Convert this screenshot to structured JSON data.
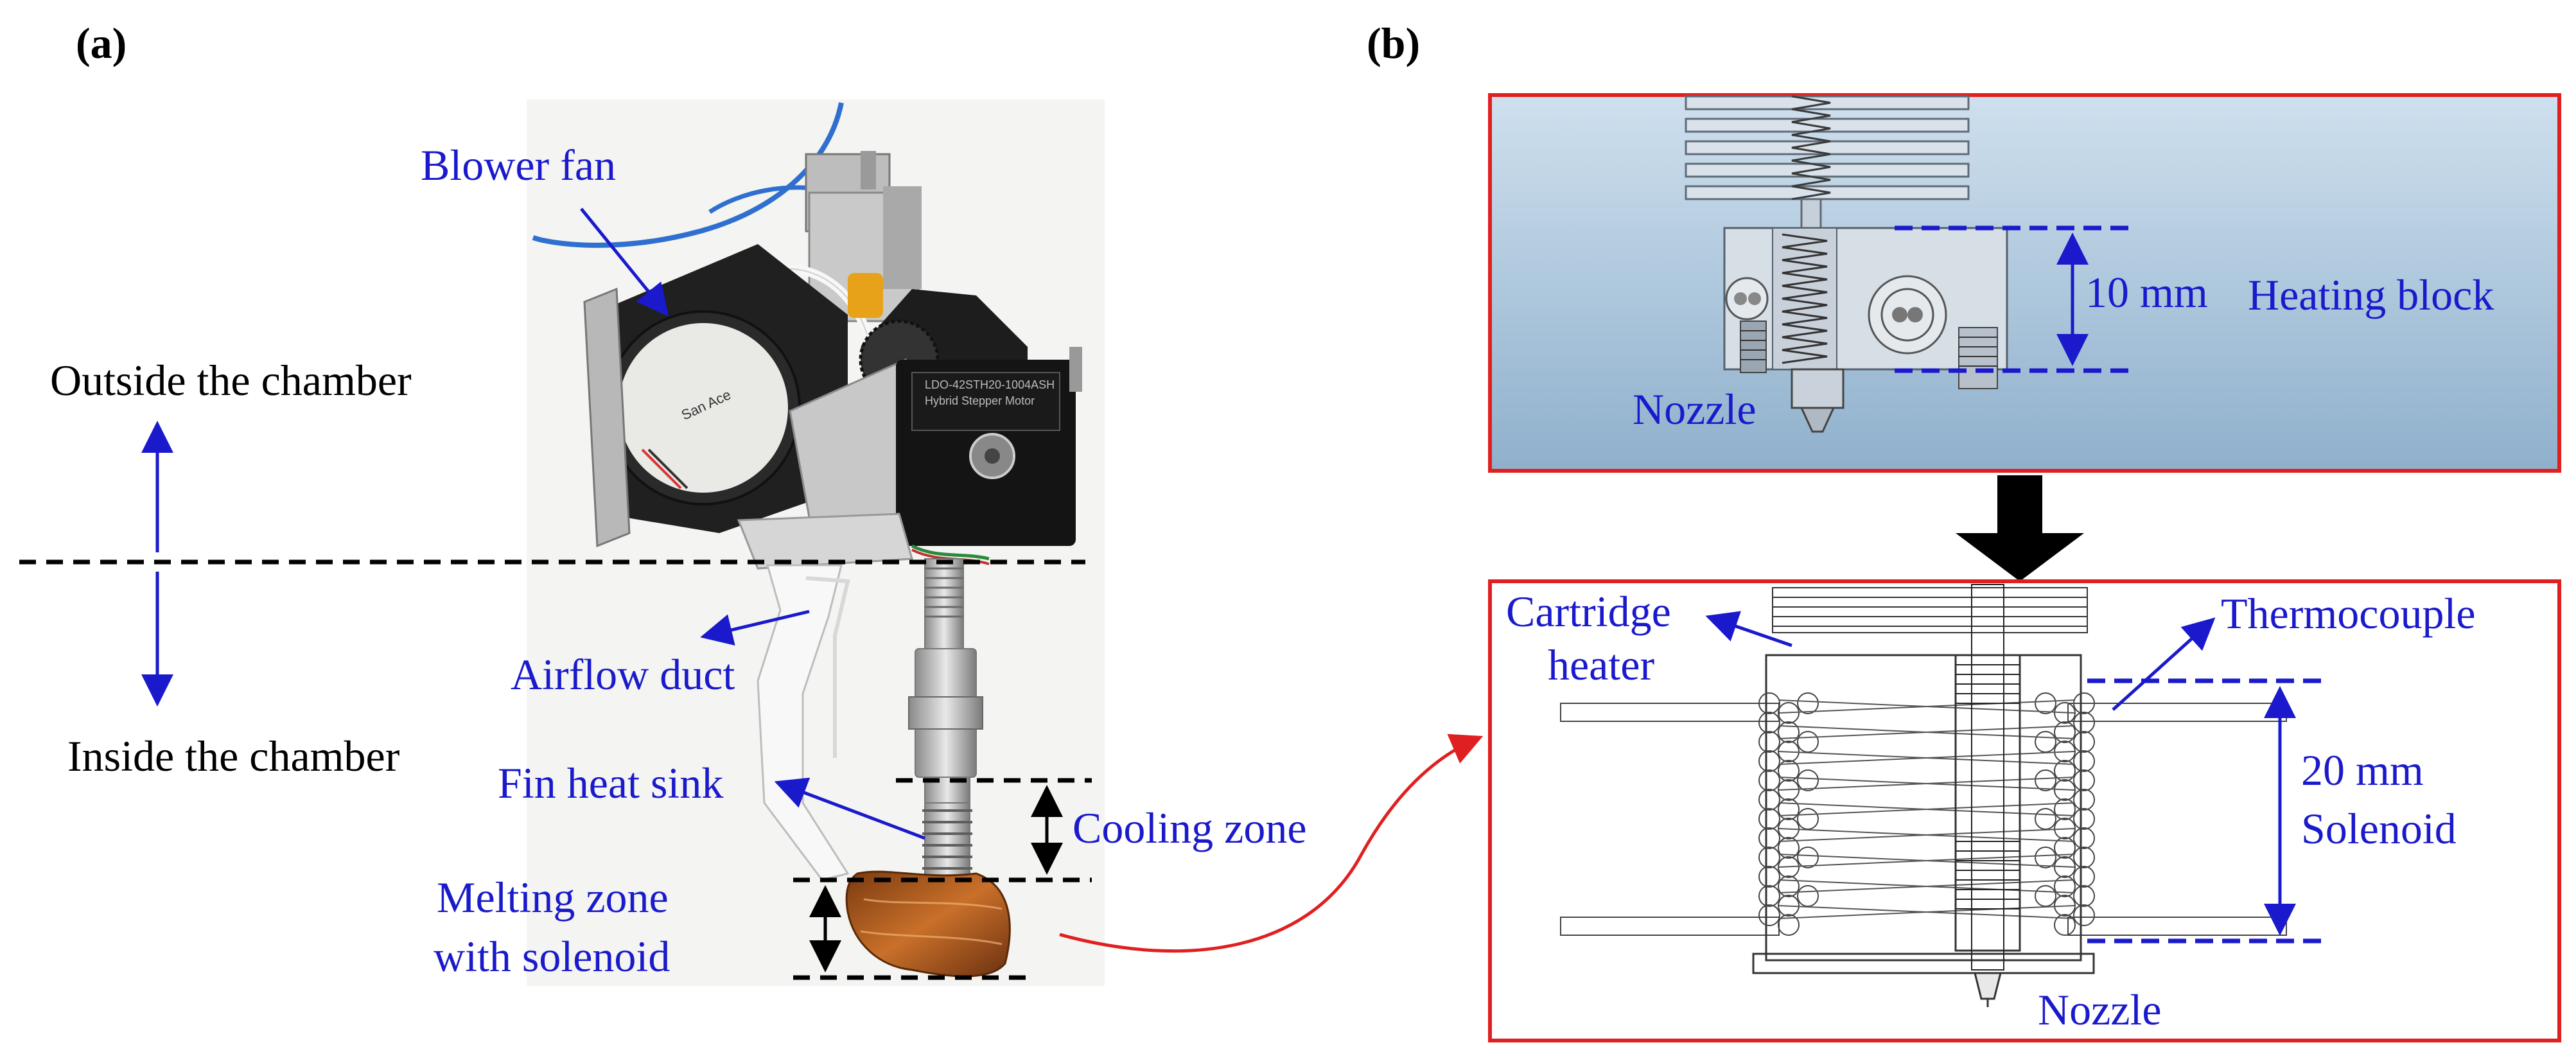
{
  "panel_a": {
    "label": "(a)",
    "annotations": {
      "blower_fan": "Blower fan",
      "airflow_duct": "Airflow duct",
      "fin_heat_sink": "Fin heat sink",
      "cooling_zone": "Cooling zone",
      "melting_zone_line1": "Melting zone",
      "melting_zone_line2": "with solenoid",
      "outside_chamber": "Outside the chamber",
      "inside_chamber": "Inside the chamber"
    }
  },
  "panel_b": {
    "label": "(b)",
    "top_box": {
      "dimension": "10 mm",
      "heating_block": "Heating block",
      "nozzle": "Nozzle"
    },
    "bottom_box": {
      "cartridge_line1": "Cartridge",
      "cartridge_line2": "heater",
      "thermocouple": "Thermocouple",
      "dimension": "20 mm",
      "solenoid": "Solenoid",
      "nozzle": "Nozzle"
    }
  },
  "colors": {
    "annotation_blue": "#1a1acc",
    "frame_red": "#e02020",
    "connector_red": "#e02020"
  }
}
